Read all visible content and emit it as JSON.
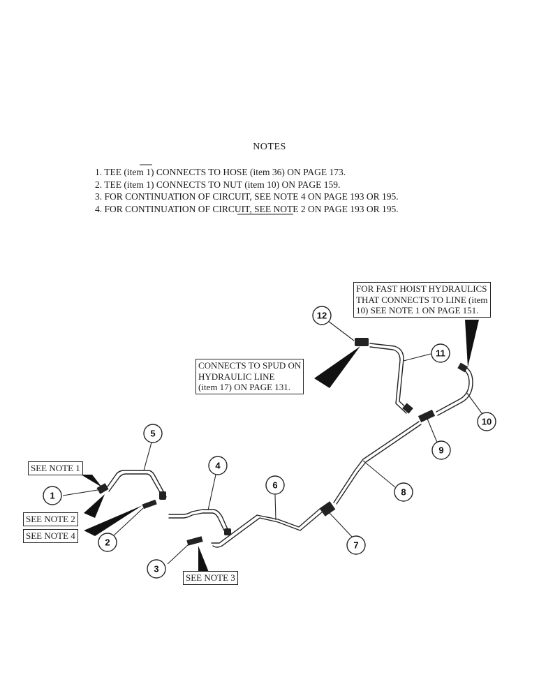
{
  "notes": {
    "title": "NOTES",
    "items": [
      "1. TEE (item 1) CONNECTS TO HOSE (item 36) ON PAGE 173.",
      "2. TEE (item 1) CONNECTS TO NUT (item 10) ON PAGE 159.",
      "3. FOR CONTINUATION OF CIRCUIT, SEE NOTE 4 ON PAGE 193 OR 195.",
      "4. FOR CONTINUATION OF CIRCUIT, SEE NOTE 2 ON PAGE 193 OR 195."
    ]
  },
  "callouts": {
    "fast_hoist": [
      "FOR FAST HOIST HYDRAULICS",
      "THAT CONNECTS TO LINE (item",
      "10) SEE NOTE 1 ON PAGE 151."
    ],
    "spud": [
      "CONNECTS TO SPUD ON",
      "HYDRAULIC LINE",
      "(item 17) ON PAGE 131."
    ],
    "see_note_1": "SEE NOTE 1",
    "see_note_2": "SEE NOTE 2",
    "see_note_4": "SEE NOTE 4",
    "see_note_3": "SEE NOTE 3"
  },
  "item_numbers": [
    "1",
    "2",
    "3",
    "4",
    "5",
    "6",
    "7",
    "8",
    "9",
    "10",
    "11",
    "12"
  ]
}
